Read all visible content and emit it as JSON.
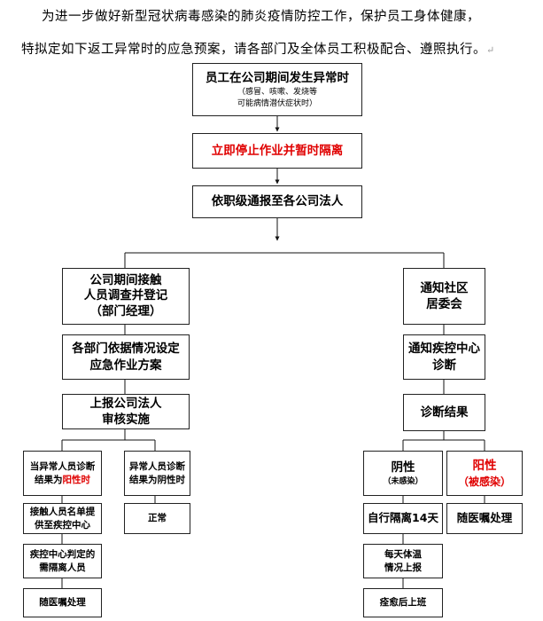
{
  "intro": {
    "line1": "为进一步做好新型冠状病毒感染的肺炎疫情防控工作，保护员工身体健康，",
    "line2": "特拟定如下返工异常时的应急预案，请各部门及全体员工积极配合、遵照执行。",
    "mark": "↵"
  },
  "flow": {
    "start": "员工在公司期间发生异常时",
    "start_note_1": "（感冒、咳嗽、发烧等",
    "start_note_2": "可能病情潜伏症状时）",
    "stop": "立即停止作业并暂时隔离",
    "report": "依职级通报至各公司法人",
    "left": {
      "contact_1": "公司期间接触",
      "contact_2": "人员调查并登记",
      "contact_3": "（部门经理）",
      "plan_1": "各部门依据情况设定",
      "plan_2": "应急作业方案",
      "approve_1": "上报公司法人",
      "approve_2": "审核实施",
      "pos_1": "当异常人员诊断",
      "pos_2a": "结果为",
      "pos_2b": "阳性时",
      "neg_1": "异常人员诊断",
      "neg_2": "结果为阴性时",
      "submit_1": "接触人员名单提",
      "submit_2": "供至疾控中心",
      "judged_1": "疾控中心判定的",
      "judged_2": "需隔离人员",
      "follow": "随医嘱处理",
      "normal": "正常"
    },
    "right": {
      "community_1": "通知社区",
      "community_2": "居委会",
      "cdc_1": "通知疾控中心",
      "cdc_2": "诊断",
      "result": "诊断结果",
      "negative": "阴性",
      "negative_note": "（未感染）",
      "positive": "阳性",
      "positive_note": "（被感染）",
      "self_isolate": "自行隔离14天",
      "follow": "随医嘱处理",
      "temp_1": "每天体温",
      "temp_2": "情况上报",
      "recover": "痊愈后上班"
    }
  },
  "colors": {
    "alert": "#e00000",
    "border": "#222222"
  }
}
